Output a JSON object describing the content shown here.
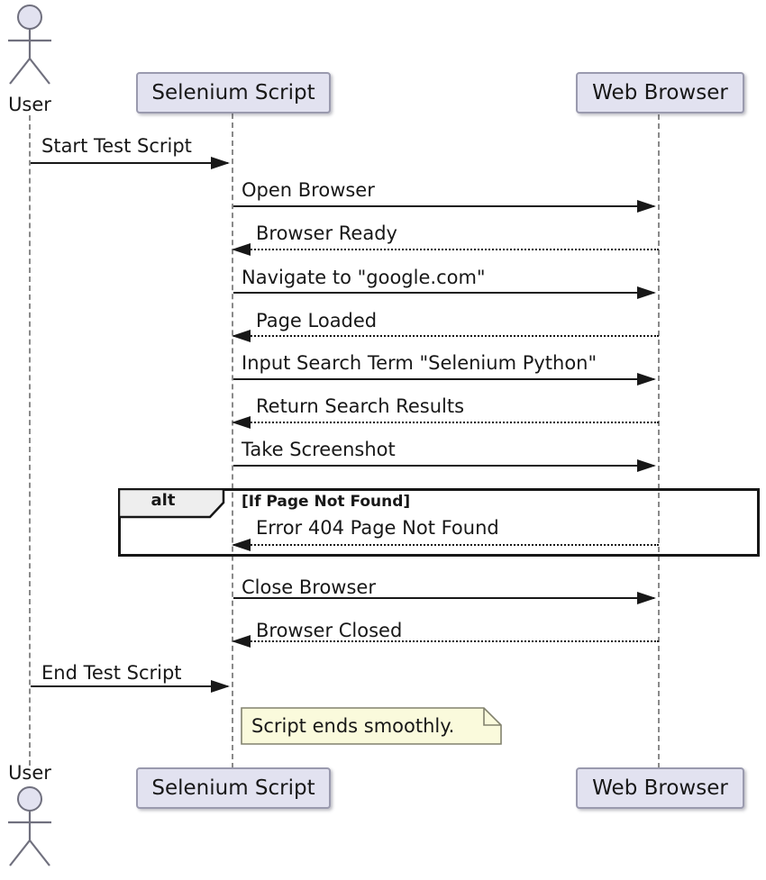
{
  "diagram_type": "uml-sequence",
  "participants": [
    {
      "id": "user",
      "label": "User",
      "type": "actor"
    },
    {
      "id": "script",
      "label": "Selenium Script",
      "type": "participant"
    },
    {
      "id": "browser",
      "label": "Web Browser",
      "type": "participant"
    }
  ],
  "messages": [
    {
      "from": "user",
      "to": "script",
      "label": "Start Test Script",
      "line": "solid"
    },
    {
      "from": "script",
      "to": "browser",
      "label": "Open Browser",
      "line": "solid"
    },
    {
      "from": "browser",
      "to": "script",
      "label": "Browser Ready",
      "line": "dotted"
    },
    {
      "from": "script",
      "to": "browser",
      "label": "Navigate to \"google.com\"",
      "line": "solid"
    },
    {
      "from": "browser",
      "to": "script",
      "label": "Page Loaded",
      "line": "dotted"
    },
    {
      "from": "script",
      "to": "browser",
      "label": "Input Search Term \"Selenium Python\"",
      "line": "solid"
    },
    {
      "from": "browser",
      "to": "script",
      "label": "Return Search Results",
      "line": "dotted"
    },
    {
      "from": "script",
      "to": "browser",
      "label": "Take Screenshot",
      "line": "solid"
    },
    {
      "from": "browser",
      "to": "script",
      "label": "Error 404 Page Not Found",
      "line": "dotted",
      "fragment": "alt"
    },
    {
      "from": "script",
      "to": "browser",
      "label": "Close Browser",
      "line": "solid"
    },
    {
      "from": "browser",
      "to": "script",
      "label": "Browser Closed",
      "line": "dotted"
    },
    {
      "from": "user",
      "to": "script",
      "label": "End Test Script",
      "line": "solid"
    }
  ],
  "fragment": {
    "operator": "alt",
    "guard": "[If Page Not Found]"
  },
  "note": {
    "text": "Script ends smoothly."
  },
  "colors": {
    "background": "#FFFFFF",
    "participant_fill": "#E2E2F0",
    "participant_border": "#9A9AAE",
    "lifeline": "#8A8A8A",
    "arrow": "#181818",
    "fragment_border": "#161616",
    "fragment_label_fill": "#EEEEEE",
    "note_fill": "#FAFADC",
    "note_border": "#82826E"
  }
}
